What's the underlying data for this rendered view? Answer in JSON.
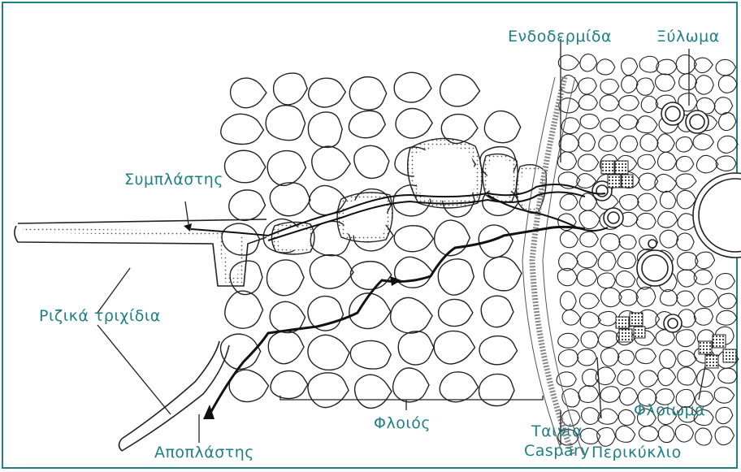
{
  "colors": {
    "label": "#1e7f86",
    "ink": "#111111",
    "frame": "#1e7f86"
  },
  "labels": {
    "endodermis": "Ενδοδερμίδα",
    "xylem": "Ξύλωμα",
    "symplast": "Συμπλάστης",
    "root_hairs": "Ριζικά τριχίδια",
    "cortex": "Φλοιός",
    "apoplast": "Αποπλάστης",
    "casparian_strip_line1": "Ταινία",
    "casparian_strip_line2": "Caspary",
    "pericycle": "Περικύκλιο",
    "phloem": "Φλοίωμα"
  }
}
